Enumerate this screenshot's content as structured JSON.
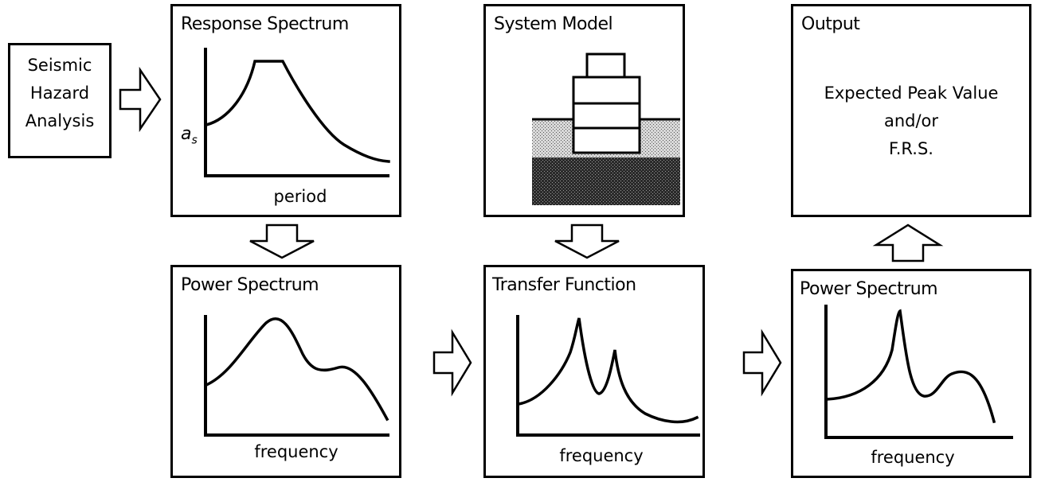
{
  "hazard": {
    "line1": "Seismic",
    "line2": "Hazard",
    "line3": "Analysis"
  },
  "response_spectrum": {
    "title": "Response Spectrum",
    "y_symbol": "a",
    "y_subscript": "s",
    "x_label": "period"
  },
  "system_model": {
    "title": "System Model"
  },
  "output": {
    "title": "Output",
    "line1": "Expected Peak Value",
    "line2": "and/or",
    "line3": "F.R.S."
  },
  "power_spectrum_input": {
    "title": "Power Spectrum",
    "x_label": "frequency"
  },
  "transfer_function": {
    "title": "Transfer Function",
    "x_label": "frequency"
  },
  "power_spectrum_output": {
    "title": "Power Spectrum",
    "x_label": "frequency"
  }
}
